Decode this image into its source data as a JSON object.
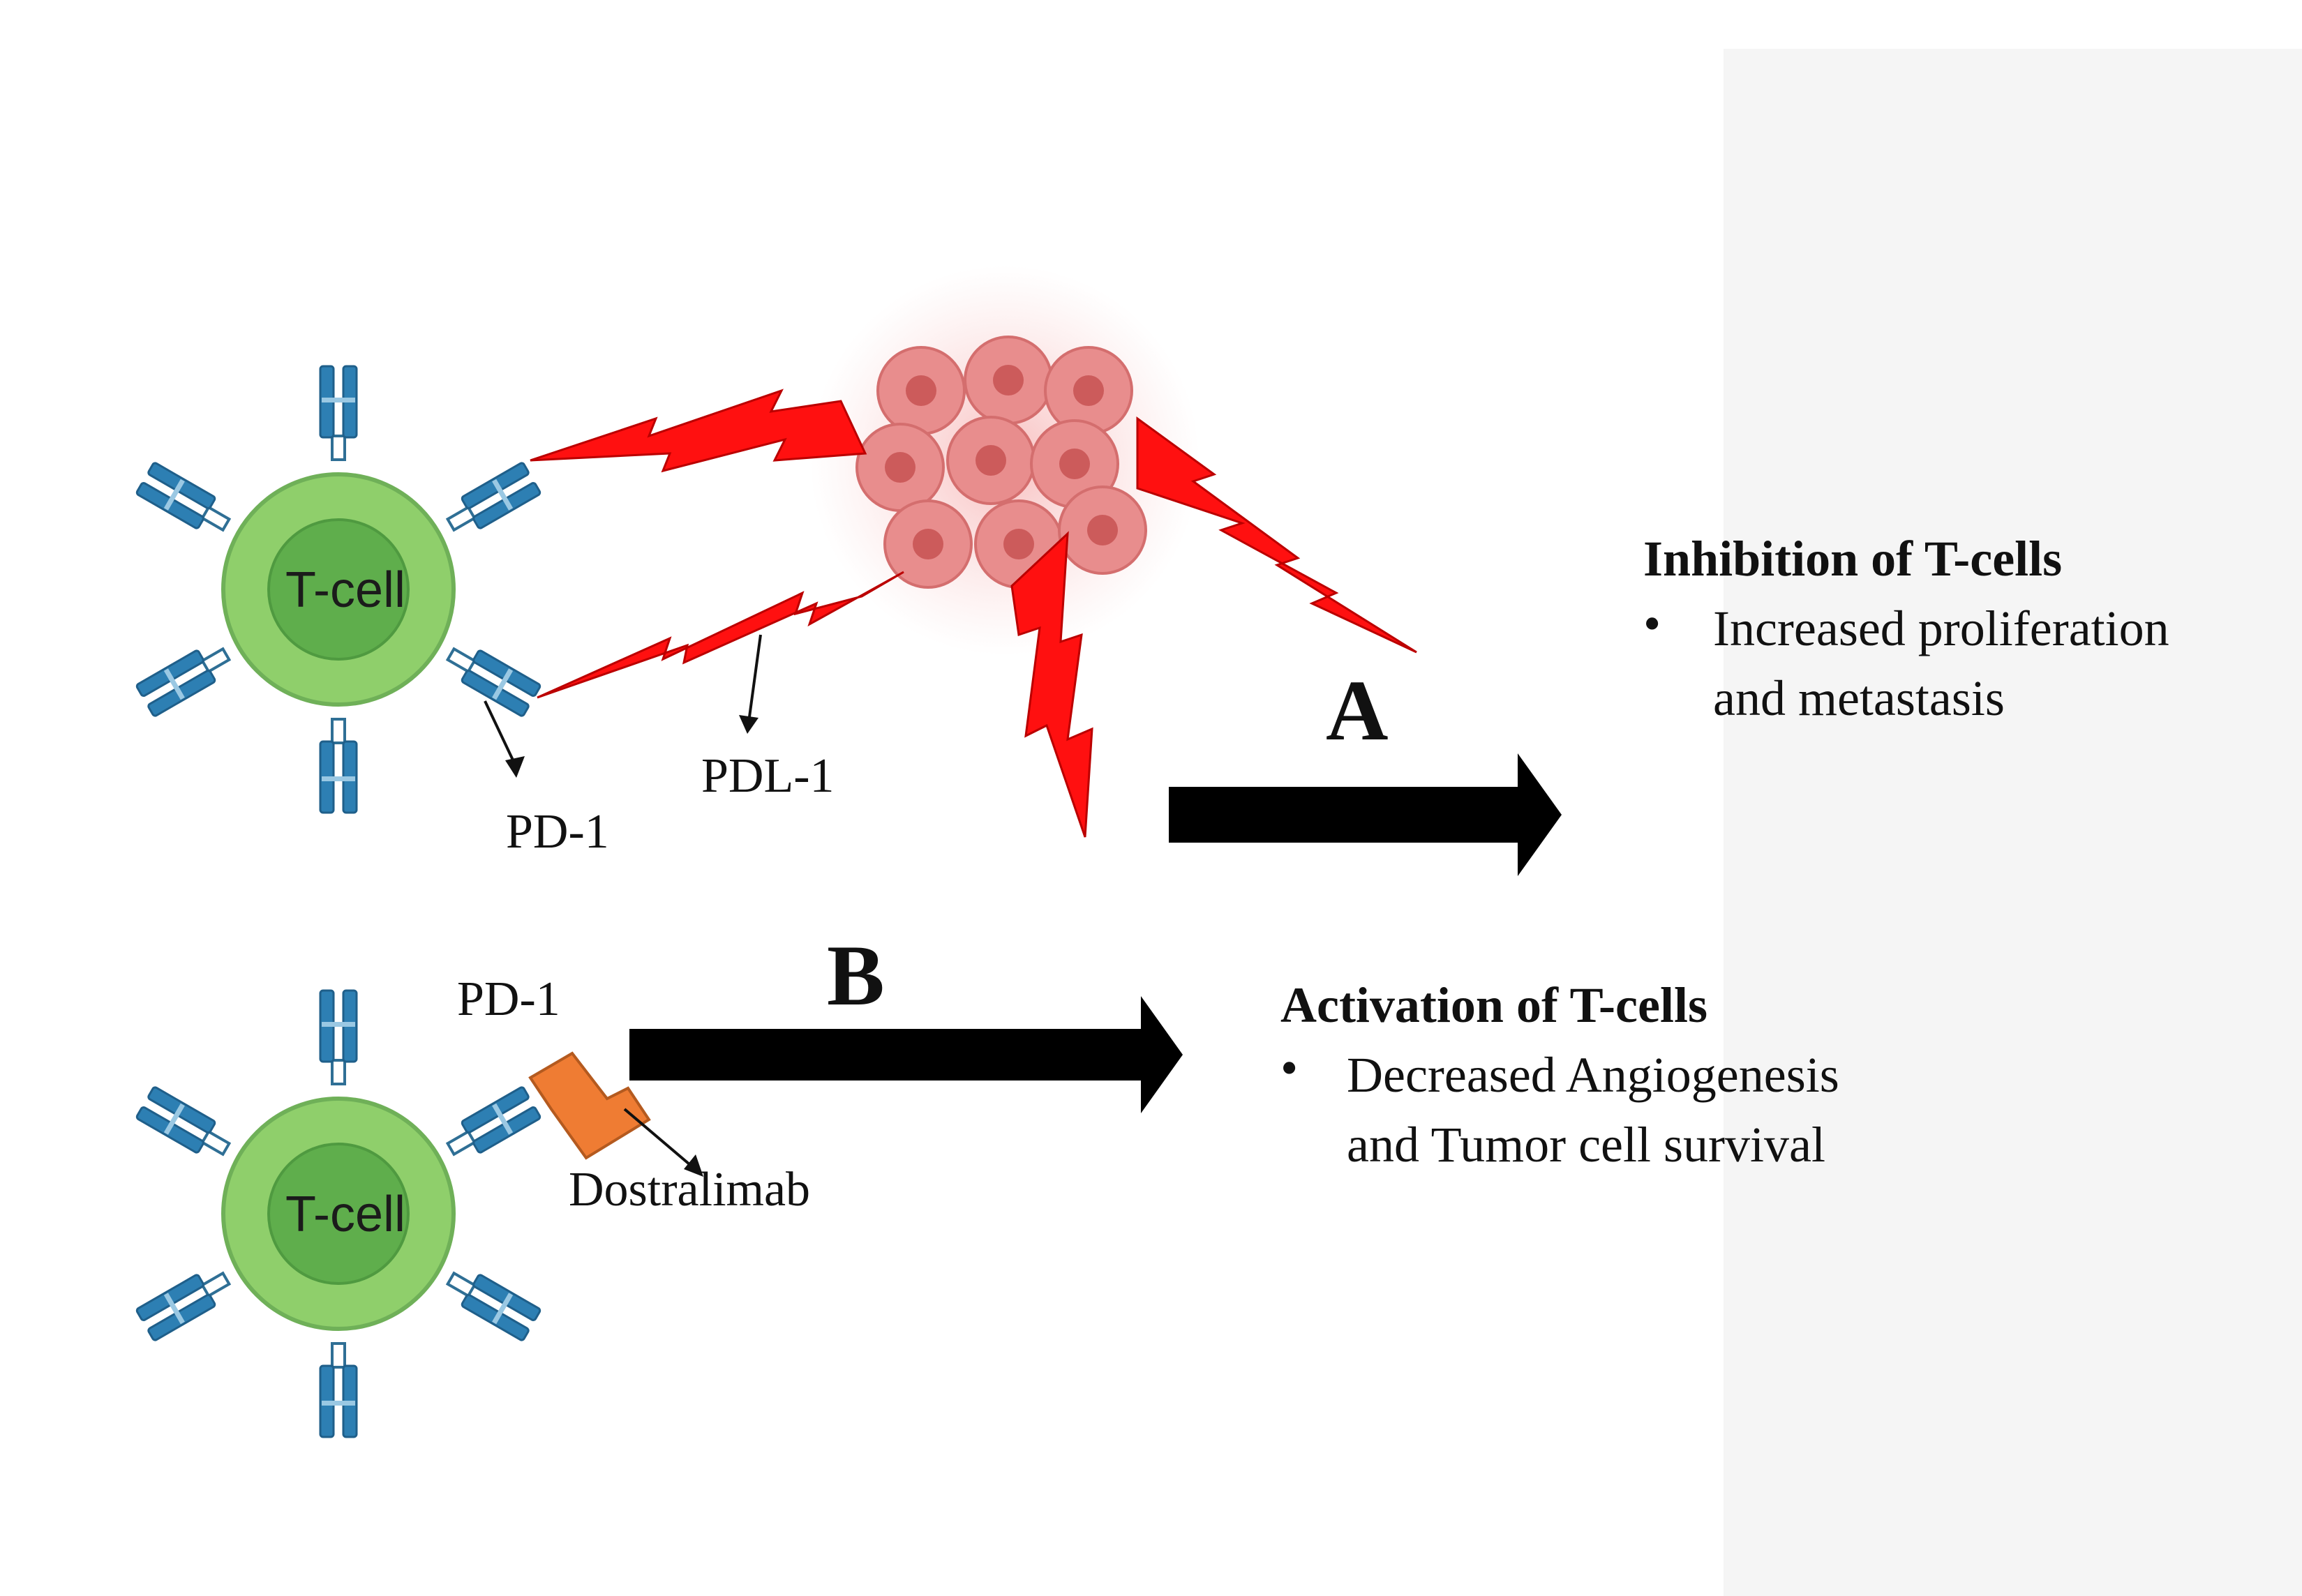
{
  "cells": [
    {
      "label": "T-cell"
    },
    {
      "label": "T-cell"
    }
  ],
  "labels": {
    "pd1_top": "PD-1",
    "pdl1": "PDL-1",
    "pd1_bottom": "PD-1",
    "drug": "Dostralimab"
  },
  "panels": {
    "a": "A",
    "b": "B"
  },
  "outcomes": {
    "inhibition": {
      "heading": "Inhibition of T-cells",
      "bullet": "•",
      "lines": [
        "Increased proliferation",
        "and metastasis"
      ]
    },
    "activation": {
      "heading": "Activation of T-cells",
      "bullet": "•",
      "lines": [
        "Decreased Angiogenesis",
        "and Tumor cell survival"
      ]
    }
  },
  "icons": {
    "t_cell": "t-cell-icon",
    "receptor": "pd1-receptor-icon",
    "tumor": "tumor-cell-cluster-icon",
    "signal": "lightning-bolt-icon",
    "antibody": "dostralimab-antibody-icon"
  },
  "colors": {
    "t_cell_outer": "#8fcf6b",
    "t_cell_inner": "#5fae4c",
    "receptor": "#2d7fb3",
    "bolt": "#ff1010",
    "tumor": "#f0a0a0",
    "antibody": "#ef7c33",
    "arrow": "#000000",
    "right_panel": "#f5f5f5"
  }
}
